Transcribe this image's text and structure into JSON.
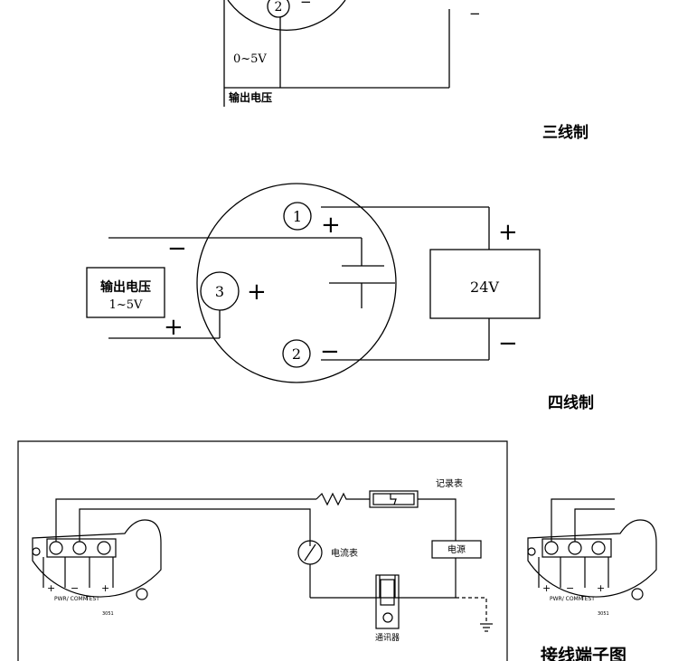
{
  "three_wire": {
    "terminal_2": "2",
    "minus_sign": "−",
    "right_minus": "−",
    "range_label": "0~5V",
    "output_voltage": "输出电压",
    "caption": "三线制"
  },
  "four_wire": {
    "terminal_1": "1",
    "terminal_2": "2",
    "terminal_3": "3",
    "plus_1": "+",
    "minus_2": "−",
    "plus_3": "+",
    "left_minus": "−",
    "left_plus": "+",
    "psu_plus": "+",
    "psu_minus": "−",
    "psu_label": "24V",
    "output_voltage": "输出电压",
    "output_range": "1~5V",
    "caption": "四线制"
  },
  "wiring": {
    "recorder_label": "记录表",
    "ammeter_label": "电流表",
    "power_label": "电源",
    "communicator_label": "通讯器",
    "term_pwr_comm": "PWR/\nCOMM",
    "term_test": "TEST",
    "model_code": "3051",
    "caption": "接线端子图"
  }
}
